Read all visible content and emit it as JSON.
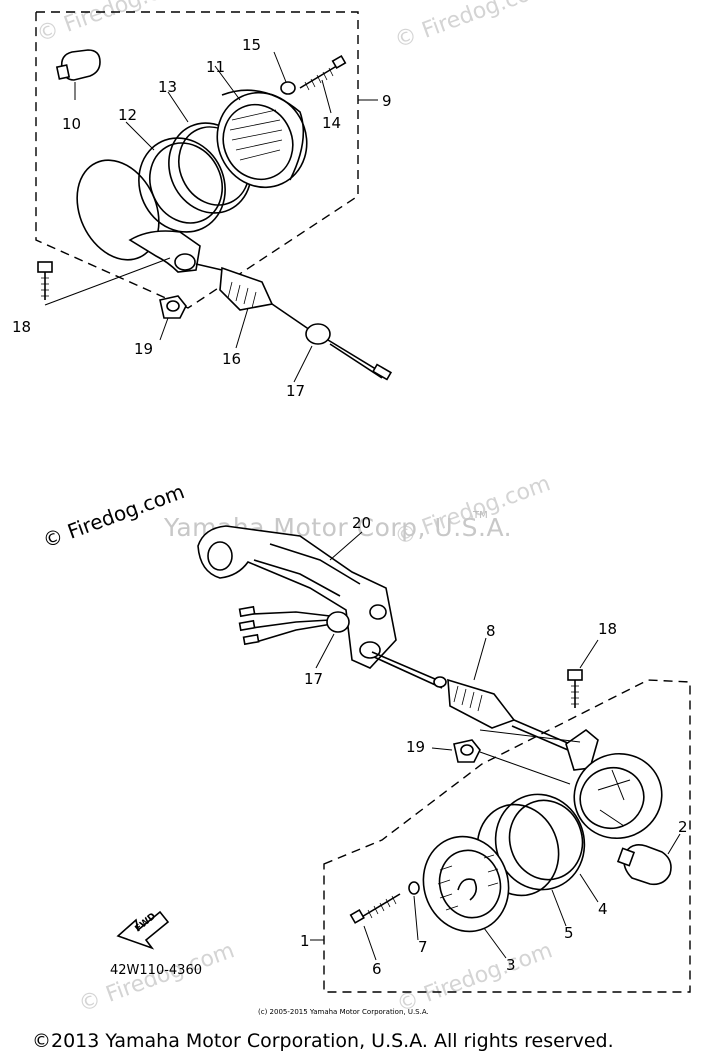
{
  "watermarks": {
    "firedog": "© Firedog.com",
    "corp": "Yamaha Motor Corp, U.S.A.",
    "tm": "TM"
  },
  "callouts": {
    "top": [
      {
        "id": "c10",
        "text": "10"
      },
      {
        "id": "c12",
        "text": "12"
      },
      {
        "id": "c13",
        "text": "13"
      },
      {
        "id": "c11",
        "text": "11"
      },
      {
        "id": "c15",
        "text": "15"
      },
      {
        "id": "c14",
        "text": "14"
      },
      {
        "id": "c9",
        "text": "9"
      },
      {
        "id": "c18",
        "text": "18"
      },
      {
        "id": "c19",
        "text": "19"
      },
      {
        "id": "c16",
        "text": "16"
      },
      {
        "id": "c17",
        "text": "17"
      }
    ],
    "bottom": [
      {
        "id": "d20",
        "text": "20"
      },
      {
        "id": "d17",
        "text": "17"
      },
      {
        "id": "d8",
        "text": "8"
      },
      {
        "id": "d18",
        "text": "18"
      },
      {
        "id": "d19",
        "text": "19"
      },
      {
        "id": "d2",
        "text": "2"
      },
      {
        "id": "d4",
        "text": "4"
      },
      {
        "id": "d5",
        "text": "5"
      },
      {
        "id": "d1",
        "text": "1"
      },
      {
        "id": "d7",
        "text": "7"
      },
      {
        "id": "d6",
        "text": "6"
      },
      {
        "id": "d3",
        "text": "3"
      }
    ]
  },
  "fwd_arrow_label": "FWD",
  "part_number": "42W110-4360",
  "small_copyright": "(c) 2005-2015 Yamaha Motor Corporation, U.S.A.",
  "copyright": "©2013 Yamaha Motor Corporation, U.S.A. All rights reserved."
}
